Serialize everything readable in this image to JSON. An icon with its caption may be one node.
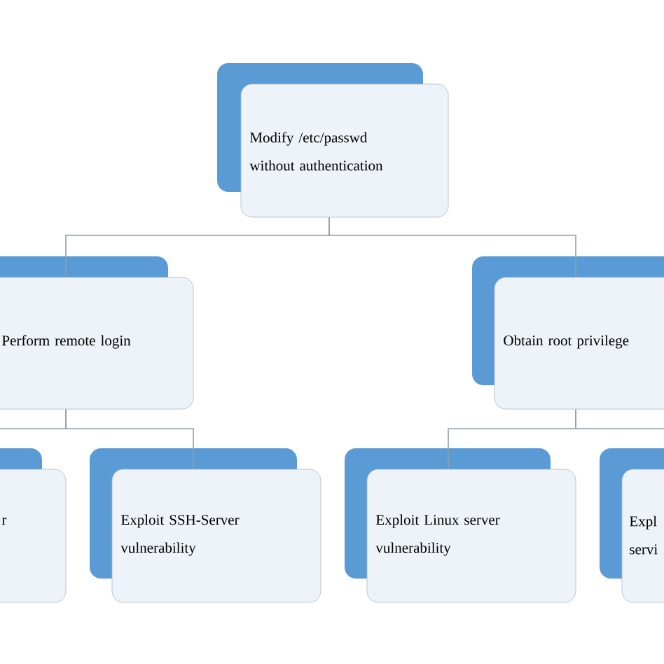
{
  "diagram": {
    "nodes": [
      {
        "text": [
          "Modify /etc/passwd without authentication"
        ]
      },
      {
        "text": [
          "Perform remote login"
        ]
      },
      {
        "text": [
          "Obtain root privilege"
        ]
      },
      {
        "text": [
          "r"
        ]
      },
      {
        "text": [
          "Exploit SSH-Server vulnerability"
        ]
      },
      {
        "text": [
          "Exploit Linux server vulnerability"
        ]
      },
      {
        "text": [
          "Expl servi"
        ]
      }
    ],
    "edges": [
      {
        "from": 0,
        "to": 1,
        "arrow": "none"
      },
      {
        "from": 0,
        "to": 2,
        "arrow": "none"
      },
      {
        "from": 1,
        "to": 3,
        "arrow": "none"
      },
      {
        "from": 1,
        "to": 4,
        "arrow": "none"
      },
      {
        "from": 2,
        "to": 5,
        "arrow": "none"
      },
      {
        "from": 2,
        "to": 6,
        "arrow": "none"
      }
    ]
  }
}
